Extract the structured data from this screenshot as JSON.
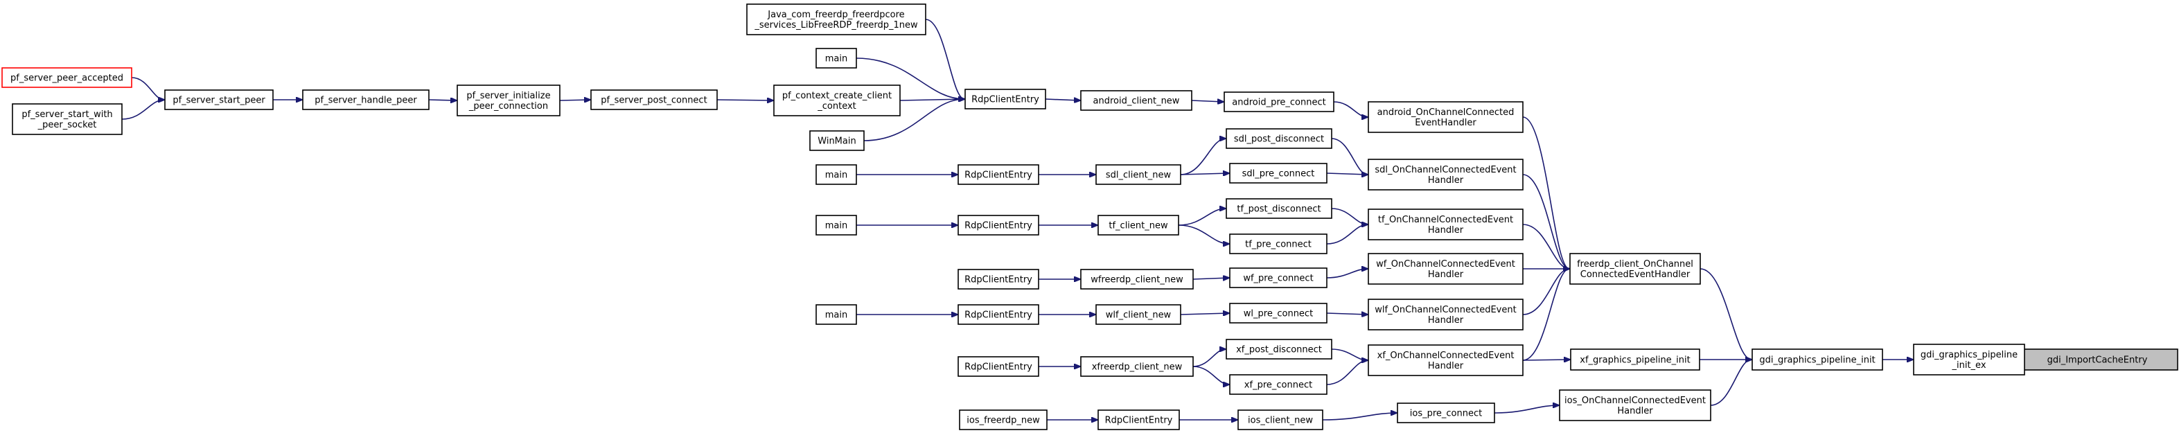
{
  "nodes": [
    {
      "id": "gdi_import",
      "lines": [
        "gdi_ImportCacheEntry"
      ],
      "style": "current"
    },
    {
      "id": "gdi_gpi_ex",
      "lines": [
        "gdi_graphics_pipeline",
        "_init_ex"
      ]
    },
    {
      "id": "gdi_gpi",
      "lines": [
        "gdi_graphics_pipeline_init"
      ]
    },
    {
      "id": "freerdp_occ",
      "lines": [
        "freerdp_client_OnChannel",
        "ConnectedEventHandler"
      ]
    },
    {
      "id": "xf_gpi",
      "lines": [
        "xf_graphics_pipeline_init"
      ]
    },
    {
      "id": "ios_occ",
      "lines": [
        "ios_OnChannelConnectedEvent",
        "Handler"
      ]
    },
    {
      "id": "android_occ",
      "lines": [
        "android_OnChannelConnected",
        "EventHandler"
      ]
    },
    {
      "id": "sdl_occ",
      "lines": [
        "sdl_OnChannelConnectedEvent",
        "Handler"
      ]
    },
    {
      "id": "tf_occ",
      "lines": [
        "tf_OnChannelConnectedEvent",
        "Handler"
      ]
    },
    {
      "id": "wf_occ",
      "lines": [
        "wf_OnChannelConnectedEvent",
        "Handler"
      ]
    },
    {
      "id": "wlf_occ",
      "lines": [
        "wlf_OnChannelConnectedEvent",
        "Handler"
      ]
    },
    {
      "id": "xf_occ",
      "lines": [
        "xf_OnChannelConnectedEvent",
        "Handler"
      ]
    },
    {
      "id": "ios_pre",
      "lines": [
        "ios_pre_connect"
      ]
    },
    {
      "id": "ios_cn",
      "lines": [
        "ios_client_new"
      ]
    },
    {
      "id": "rce_ios",
      "lines": [
        "RdpClientEntry"
      ]
    },
    {
      "id": "ios_freerdp_new",
      "lines": [
        "ios_freerdp_new"
      ]
    },
    {
      "id": "android_pre",
      "lines": [
        "android_pre_connect"
      ]
    },
    {
      "id": "android_cn",
      "lines": [
        "android_client_new"
      ]
    },
    {
      "id": "rce_android",
      "lines": [
        "RdpClientEntry"
      ]
    },
    {
      "id": "java_jni",
      "lines": [
        "Java_com_freerdp_freerdpcore",
        "_services_LibFreeRDP_freerdp_1new"
      ]
    },
    {
      "id": "main_android",
      "lines": [
        "main"
      ]
    },
    {
      "id": "winmain",
      "lines": [
        "WinMain"
      ]
    },
    {
      "id": "pf_ccc",
      "lines": [
        "pf_context_create_client",
        "_context"
      ]
    },
    {
      "id": "pf_post",
      "lines": [
        "pf_server_post_connect"
      ]
    },
    {
      "id": "pf_init_peer",
      "lines": [
        "pf_server_initialize",
        "_peer_connection"
      ]
    },
    {
      "id": "pf_handle",
      "lines": [
        "pf_server_handle_peer"
      ]
    },
    {
      "id": "pf_start",
      "lines": [
        "pf_server_start_peer"
      ]
    },
    {
      "id": "pf_accepted",
      "lines": [
        "pf_server_peer_accepted"
      ],
      "style": "red"
    },
    {
      "id": "pf_start_socket",
      "lines": [
        "pf_server_start_with",
        "_peer_socket"
      ]
    },
    {
      "id": "sdl_post",
      "lines": [
        "sdl_post_disconnect"
      ]
    },
    {
      "id": "sdl_pre",
      "lines": [
        "sdl_pre_connect"
      ]
    },
    {
      "id": "sdl_cn",
      "lines": [
        "sdl_client_new"
      ]
    },
    {
      "id": "rce_sdl",
      "lines": [
        "RdpClientEntry"
      ]
    },
    {
      "id": "main_sdl",
      "lines": [
        "main"
      ]
    },
    {
      "id": "tf_post",
      "lines": [
        "tf_post_disconnect"
      ]
    },
    {
      "id": "tf_pre",
      "lines": [
        "tf_pre_connect"
      ]
    },
    {
      "id": "tf_cn",
      "lines": [
        "tf_client_new"
      ]
    },
    {
      "id": "rce_tf",
      "lines": [
        "RdpClientEntry"
      ]
    },
    {
      "id": "main_tf",
      "lines": [
        "main"
      ]
    },
    {
      "id": "wf_pre",
      "lines": [
        "wf_pre_connect"
      ]
    },
    {
      "id": "wf_cn",
      "lines": [
        "wfreerdp_client_new"
      ]
    },
    {
      "id": "rce_wf",
      "lines": [
        "RdpClientEntry"
      ]
    },
    {
      "id": "wl_pre",
      "lines": [
        "wl_pre_connect"
      ]
    },
    {
      "id": "wlf_cn",
      "lines": [
        "wlf_client_new"
      ]
    },
    {
      "id": "rce_wlf",
      "lines": [
        "RdpClientEntry"
      ]
    },
    {
      "id": "main_wlf",
      "lines": [
        "main"
      ]
    },
    {
      "id": "xf_post",
      "lines": [
        "xf_post_disconnect"
      ]
    },
    {
      "id": "xf_pre",
      "lines": [
        "xf_pre_connect"
      ]
    },
    {
      "id": "xf_cn",
      "lines": [
        "xfreerdp_client_new"
      ]
    },
    {
      "id": "rce_xf",
      "lines": [
        "RdpClientEntry"
      ]
    }
  ],
  "edges": [
    [
      "gdi_gpi_ex",
      "gdi_import"
    ],
    [
      "gdi_gpi",
      "gdi_gpi_ex"
    ],
    [
      "freerdp_occ",
      "gdi_gpi"
    ],
    [
      "xf_gpi",
      "gdi_gpi"
    ],
    [
      "ios_occ",
      "gdi_gpi"
    ],
    [
      "android_occ",
      "freerdp_occ"
    ],
    [
      "sdl_occ",
      "freerdp_occ"
    ],
    [
      "tf_occ",
      "freerdp_occ"
    ],
    [
      "wf_occ",
      "freerdp_occ"
    ],
    [
      "wlf_occ",
      "freerdp_occ"
    ],
    [
      "xf_occ",
      "freerdp_occ"
    ],
    [
      "xf_occ",
      "xf_gpi"
    ],
    [
      "ios_pre",
      "ios_occ"
    ],
    [
      "ios_cn",
      "ios_pre"
    ],
    [
      "rce_ios",
      "ios_cn"
    ],
    [
      "ios_freerdp_new",
      "rce_ios"
    ],
    [
      "android_pre",
      "android_occ"
    ],
    [
      "android_cn",
      "android_pre"
    ],
    [
      "rce_android",
      "android_cn"
    ],
    [
      "java_jni",
      "rce_android"
    ],
    [
      "main_android",
      "rce_android"
    ],
    [
      "winmain",
      "rce_android"
    ],
    [
      "pf_ccc",
      "rce_android"
    ],
    [
      "pf_post",
      "pf_ccc"
    ],
    [
      "pf_init_peer",
      "pf_post"
    ],
    [
      "pf_handle",
      "pf_init_peer"
    ],
    [
      "pf_start",
      "pf_handle"
    ],
    [
      "pf_accepted",
      "pf_start"
    ],
    [
      "pf_start_socket",
      "pf_start"
    ],
    [
      "sdl_post",
      "sdl_occ"
    ],
    [
      "sdl_pre",
      "sdl_occ"
    ],
    [
      "sdl_cn",
      "sdl_post"
    ],
    [
      "sdl_cn",
      "sdl_pre"
    ],
    [
      "rce_sdl",
      "sdl_cn"
    ],
    [
      "main_sdl",
      "rce_sdl"
    ],
    [
      "tf_post",
      "tf_occ"
    ],
    [
      "tf_pre",
      "tf_occ"
    ],
    [
      "tf_cn",
      "tf_post"
    ],
    [
      "tf_cn",
      "tf_pre"
    ],
    [
      "rce_tf",
      "tf_cn"
    ],
    [
      "main_tf",
      "rce_tf"
    ],
    [
      "wf_pre",
      "wf_occ"
    ],
    [
      "wf_cn",
      "wf_pre"
    ],
    [
      "rce_wf",
      "wf_cn"
    ],
    [
      "wl_pre",
      "wlf_occ"
    ],
    [
      "wlf_cn",
      "wl_pre"
    ],
    [
      "rce_wlf",
      "wlf_cn"
    ],
    [
      "main_wlf",
      "rce_wlf"
    ],
    [
      "xf_post",
      "xf_occ"
    ],
    [
      "xf_pre",
      "xf_occ"
    ],
    [
      "xf_cn",
      "xf_post"
    ],
    [
      "xf_cn",
      "xf_pre"
    ],
    [
      "rce_xf",
      "xf_cn"
    ]
  ]
}
